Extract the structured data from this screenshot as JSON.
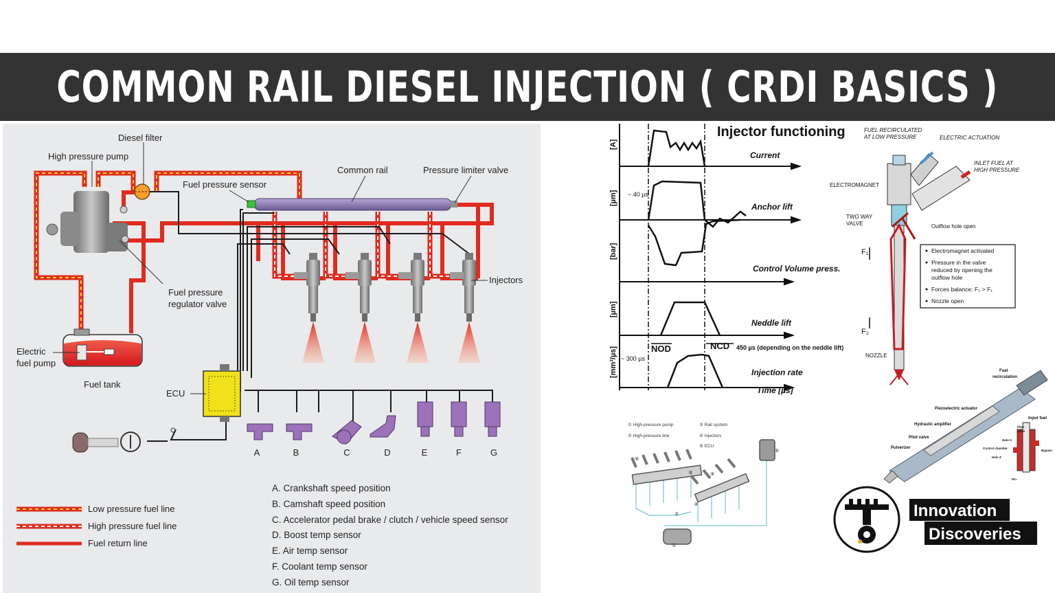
{
  "title": "COMMON RAIL DIESEL INJECTION ( CRDI BASICS )",
  "left_diagram": {
    "labels": {
      "diesel_filter": "Diesel filter",
      "high_pressure_pump": "High pressure pump",
      "fuel_pressure_sensor": "Fuel pressure sensor",
      "common_rail": "Common rail",
      "pressure_limiter_valve": "Pressure limiter valve",
      "fuel_pressure_regulator_1": "Fuel pressure",
      "fuel_pressure_regulator_2": "regulator valve",
      "injectors": "Injectors",
      "electric_fuel_pump_1": "Electric",
      "electric_fuel_pump_2": "fuel pump",
      "fuel_tank": "Fuel tank",
      "ecu": "ECU"
    },
    "sensor_letters": [
      "A",
      "B",
      "C",
      "D",
      "E",
      "F",
      "G"
    ],
    "legend": [
      {
        "label": "Low pressure fuel line",
        "color": "#e02b1f",
        "dash": "#f2d02c"
      },
      {
        "label": "High pressure fuel line",
        "color": "#e02b1f",
        "dash": "#ffffff"
      },
      {
        "label": "Fuel return line",
        "color": "#e02b1f",
        "dash": ""
      }
    ],
    "sensor_list": [
      "A.  Crankshaft speed position",
      "B.  Camshaft speed position",
      "C.  Accelerator pedal brake / clutch / vehicle speed sensor",
      "D.  Boost temp sensor",
      "E.  Air temp sensor",
      "F.  Coolant temp sensor",
      "G. Oil temp sensor"
    ]
  },
  "injector_functioning": {
    "title": "Injector functioning",
    "traces": [
      {
        "unit": "[A]",
        "label": "Current"
      },
      {
        "unit": "[µm]",
        "label": "Anchor lift"
      },
      {
        "unit": "[bar]",
        "label": "Control Volume press."
      },
      {
        "unit": "[µm]",
        "label": "Neddle lift"
      },
      {
        "unit": "[mm³/µs]",
        "label": "Injection rate"
      }
    ],
    "annotations": {
      "t40": "~ 40 µs",
      "t300": "~ 300 µs",
      "nod": "NOD",
      "ncd": "NCD",
      "t450": "450 µs (depending on the neddle lift)"
    },
    "xlabel": "Time [µs]",
    "injector_labels": {
      "fuel_recirculated_1": "FUEL RECIRCULATED",
      "fuel_recirculated_2": "AT LOW PRESSURE",
      "electric_actuation": "ELECTRIC ACTUATION",
      "inlet_fuel_1": "INLET FUEL AT",
      "inlet_fuel_2": "HIGH PRESSURE",
      "electromagnet": "ELECTROMAGNET",
      "two_way_1": "TWO WAY",
      "two_way_2": "VALVE",
      "outflow": "Outflow  hole open",
      "f1": "F₁",
      "f2": "F₂",
      "nozzle": "NOZZLE"
    },
    "info_box": [
      "Electromagnet activated",
      "Pressure in the valve",
      "reduced by opening the",
      "outflow hole",
      "Forces balance:    F₂ > F₁",
      "Nozzle open"
    ]
  },
  "system_overview": {
    "legend": [
      "① High-pressure pump",
      "② High-pressure line",
      "③ Rail system",
      "④ Injectors",
      "⑤ ECU"
    ],
    "markers": [
      "①",
      "②",
      "③",
      "④",
      "④",
      "③",
      "⑤"
    ]
  },
  "piezo_injector": {
    "labels": {
      "fuel_recirculation_1": "Fuel",
      "fuel_recirculation_2": "recirculation",
      "piezoelectric_actuator": "Piezoelectric actuator",
      "hydraulic_amplifier": "Hydraulic amplifier",
      "pilot_valve": "Pilot valve",
      "pulverizer": "Pulverizer",
      "input_fuel": "Input fuel",
      "pilot_valve_small_1": "Pilot",
      "pilot_valve_small_2": "valve",
      "hole_a": "Hole A",
      "bypass": "Bypass",
      "control_chamber": "Control chamber",
      "hole_z": "Hole Z",
      "pin": "Pin"
    }
  },
  "logo": {
    "line1": "Innovation",
    "line2": "Discoveries"
  }
}
